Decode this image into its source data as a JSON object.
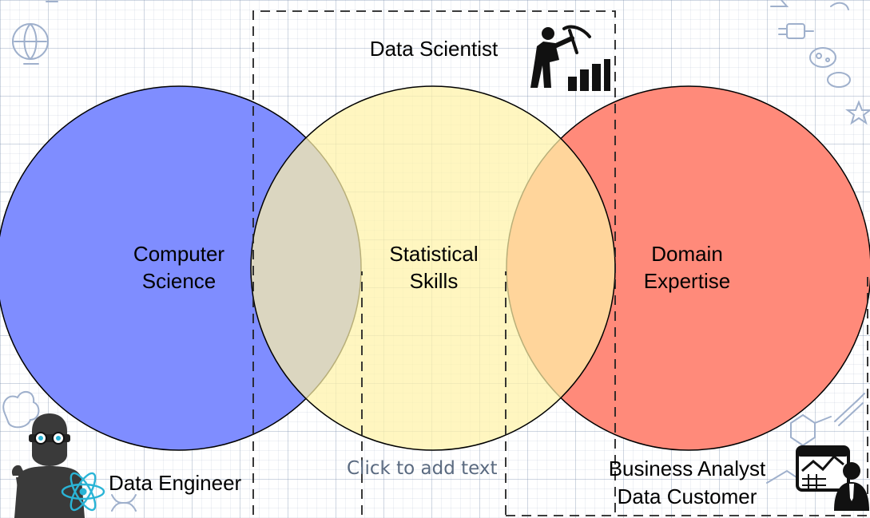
{
  "diagram": {
    "circles": [
      {
        "id": "computer-science",
        "lines": [
          "Computer",
          "Science"
        ],
        "fill": "#7f8dff"
      },
      {
        "id": "statistical-skills",
        "lines": [
          "Statistical",
          "Skills"
        ],
        "fill": "#fff2a8"
      },
      {
        "id": "domain-expertise",
        "lines": [
          "Domain",
          "Expertise"
        ],
        "fill": "#ff8a7a"
      }
    ],
    "roles": {
      "data_scientist": "Data Scientist",
      "data_engineer": "Data Engineer",
      "business_analyst": "Business Analyst",
      "data_customer": "Data Customer"
    },
    "placeholder": "Click to add text",
    "icons": {
      "data_scientist": "miner-with-bar-chart-icon",
      "data_engineer": "engineer-with-wrench-and-atom-icon",
      "business_analyst": "analyst-with-chart-board-icon"
    },
    "colors": {
      "outline": "#000000",
      "dash_box": "#222222",
      "doodles": "#9fb0cc"
    }
  }
}
